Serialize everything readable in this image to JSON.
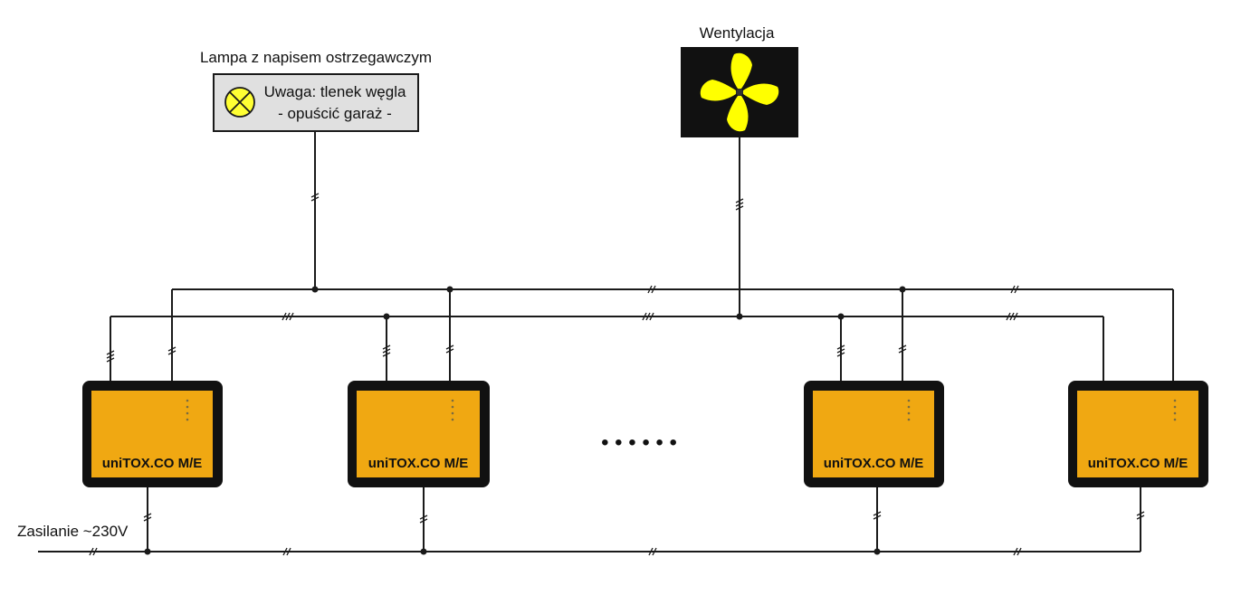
{
  "lamp": {
    "caption": "Lampa z napisem ostrzegawczym",
    "line1": "Uwaga: tlenek węgla",
    "line2": "- opuścić garaż -",
    "icon": "warning-lamp-icon",
    "panel_color": "#e0e0e0",
    "lamp_color": "#ffff33"
  },
  "fan": {
    "caption": "Wentylacja",
    "icon": "fan-icon",
    "blade_color": "#ffff00",
    "panel_color": "#111111"
  },
  "devices": [
    {
      "label": "uniTOX.CO M/E"
    },
    {
      "label": "uniTOX.CO M/E"
    },
    {
      "label": "uniTOX.CO M/E"
    },
    {
      "label": "uniTOX.CO M/E"
    }
  ],
  "device_color": "#f0a812",
  "power": {
    "label": "Zasilanie ~230V"
  },
  "ellipsis": "• • • • • •"
}
